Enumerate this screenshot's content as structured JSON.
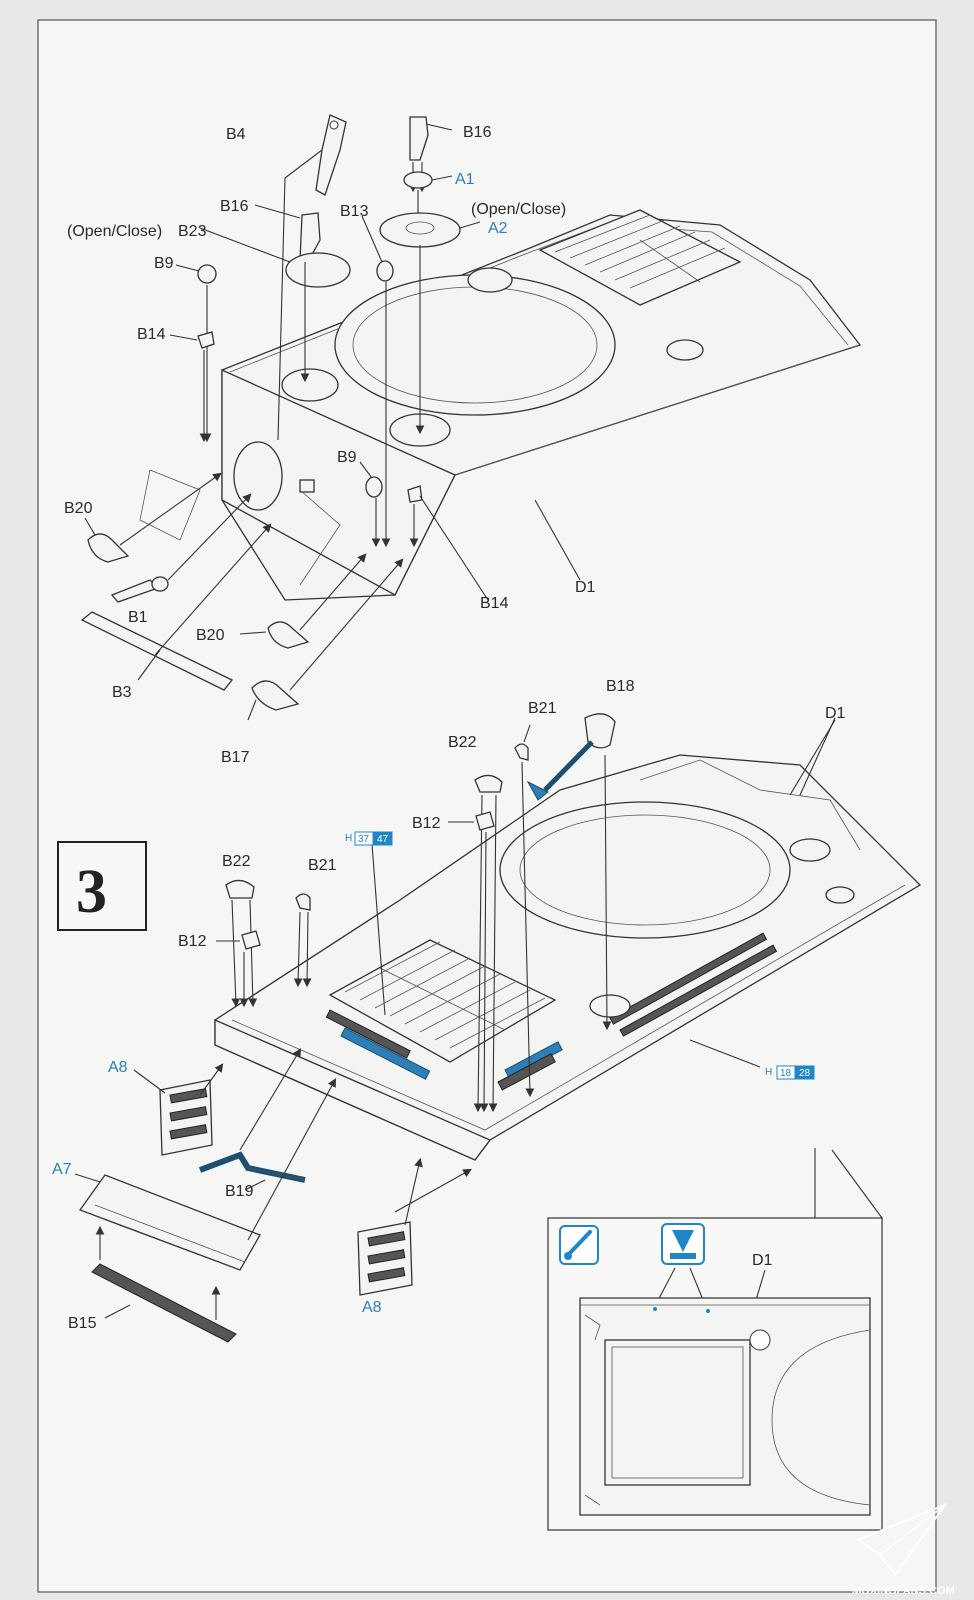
{
  "step": {
    "number": "3"
  },
  "upper_assembly": {
    "labels": {
      "b4": "B4",
      "b16_top": "B16",
      "a1": "A1",
      "open_close_right": "(Open/Close)",
      "a2": "A2",
      "b16_left": "B16",
      "b13": "B13",
      "open_close_left": "(Open/Close)",
      "b23": "B23",
      "b9_left": "B9",
      "b14_left": "B14",
      "b9_mid": "B9",
      "b20_left": "B20",
      "b1": "B1",
      "b3": "B3",
      "b20_mid": "B20",
      "b17": "B17",
      "b14_right": "B14",
      "d1": "D1"
    }
  },
  "lower_assembly": {
    "labels": {
      "b18": "B18",
      "b21_top": "B21",
      "d1": "D1",
      "b22_top": "B22",
      "b12_top": "B12",
      "b22_left": "B22",
      "b21_left": "B21",
      "b12_left": "B12",
      "a8_top": "A8",
      "a7": "A7",
      "b19": "B19",
      "b15": "B15",
      "a8_bottom": "A8"
    },
    "color_tags": [
      {
        "prefix": "H",
        "num1": "37",
        "num2": "47"
      },
      {
        "prefix": "H",
        "num1": "18",
        "num2": "28"
      }
    ]
  },
  "detail_inset": {
    "label_d1": "D1",
    "icons": [
      "cement-icon",
      "drill-hole-icon"
    ]
  },
  "watermark": {
    "text": "MOXINGFANS.COM"
  },
  "colors": {
    "accent_blue": "#2a7fc0",
    "tag_blue": "#1f86c8",
    "line": "#333333"
  }
}
